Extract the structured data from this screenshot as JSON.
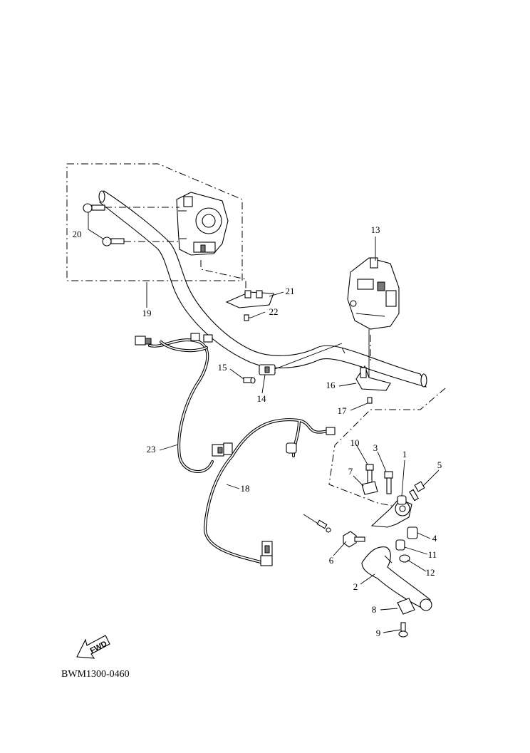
{
  "diagram_code": "BWM1300-0460",
  "fwd_label": "FWD",
  "callouts": [
    "1",
    "2",
    "3",
    "4",
    "5",
    "6",
    "7",
    "8",
    "9",
    "10",
    "11",
    "12",
    "13",
    "14",
    "15",
    "16",
    "17",
    "18",
    "19",
    "20",
    "21",
    "22",
    "23"
  ]
}
